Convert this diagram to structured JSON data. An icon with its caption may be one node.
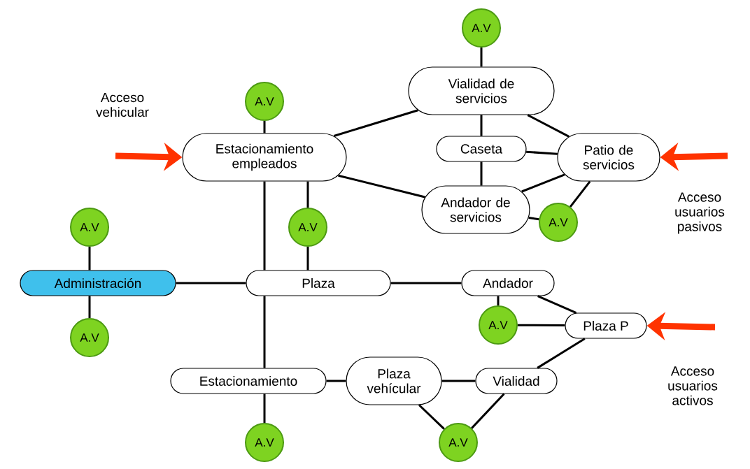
{
  "diagram": {
    "nodes": [
      {
        "text": [
          "A.V"
        ]
      },
      {
        "text": [
          "Vialidad de servicios"
        ]
      },
      {
        "text": [
          "A.V"
        ]
      },
      {
        "text": [
          "Estacionamiento empleados"
        ]
      },
      {
        "text": [
          "Caseta"
        ]
      },
      {
        "text": [
          "Patio de servicios"
        ]
      },
      {
        "text": [
          "Andador de servicios"
        ]
      },
      {
        "text": [
          "A.V"
        ]
      },
      {
        "text": [
          "A.V"
        ]
      },
      {
        "text": [
          "A.V"
        ]
      },
      {
        "text": [
          "Administración"
        ]
      },
      {
        "text": [
          "Plaza"
        ]
      },
      {
        "text": [
          "Andador"
        ]
      },
      {
        "text": [
          "A.V"
        ]
      },
      {
        "text": [
          "Plaza P"
        ]
      },
      {
        "text": [
          "A.V"
        ]
      },
      {
        "text": [
          "Estacionamiento"
        ]
      },
      {
        "text": [
          "Plaza vehícular"
        ]
      },
      {
        "text": [
          "Vialidad"
        ]
      },
      {
        "text": [
          "A.V"
        ]
      },
      {
        "text": [
          "A.V"
        ]
      }
    ],
    "edges": [
      {
        "from": 0,
        "to": 1,
        "arrow": "none"
      },
      {
        "from": 3,
        "to": 1,
        "arrow": "none"
      },
      {
        "from": 1,
        "to": 5,
        "arrow": "none"
      },
      {
        "from": 1,
        "to": 4,
        "arrow": "none"
      },
      {
        "from": 4,
        "to": 5,
        "arrow": "none"
      },
      {
        "from": 4,
        "to": 6,
        "arrow": "none"
      },
      {
        "from": 3,
        "to": 6,
        "arrow": "none"
      },
      {
        "from": 6,
        "to": 5,
        "arrow": "none"
      },
      {
        "from": 6,
        "to": 7,
        "arrow": "none"
      },
      {
        "from": 7,
        "to": 5,
        "arrow": "none"
      },
      {
        "from": 2,
        "to": 3,
        "arrow": "none"
      },
      {
        "from": 3,
        "to": 11,
        "arrow": "none"
      },
      {
        "from": 3,
        "to": 9,
        "arrow": "none"
      },
      {
        "from": 9,
        "to": 11,
        "arrow": "none"
      },
      {
        "from": 8,
        "to": 10,
        "arrow": "none"
      },
      {
        "from": 10,
        "to": 15,
        "arrow": "none"
      },
      {
        "from": 10,
        "to": 11,
        "arrow": "none"
      },
      {
        "from": 11,
        "to": 12,
        "arrow": "none"
      },
      {
        "from": 12,
        "to": 13,
        "arrow": "none"
      },
      {
        "from": 12,
        "to": 14,
        "arrow": "none"
      },
      {
        "from": 13,
        "to": 14,
        "arrow": "none"
      },
      {
        "from": 11,
        "to": 16,
        "arrow": "none"
      },
      {
        "from": 16,
        "to": 19,
        "arrow": "none"
      },
      {
        "from": 16,
        "to": 17,
        "arrow": "none"
      },
      {
        "from": 17,
        "to": 18,
        "arrow": "none"
      },
      {
        "from": 18,
        "to": 14,
        "arrow": "none"
      },
      {
        "from": 17,
        "to": 20,
        "arrow": "none"
      },
      {
        "from": 20,
        "to": 18,
        "arrow": "none"
      },
      {
        "from": null,
        "to": 3,
        "arrow": "to",
        "style": "thick",
        "color": "#ff3300"
      },
      {
        "from": null,
        "to": 5,
        "arrow": "to",
        "style": "thick",
        "color": "#ff3300"
      },
      {
        "from": null,
        "to": 14,
        "arrow": "to",
        "style": "thick",
        "color": "#ff3300"
      }
    ],
    "labels": [
      "Acceso vehicular",
      "Acceso usuarios pasivos",
      "Acceso usuarios activos"
    ]
  }
}
